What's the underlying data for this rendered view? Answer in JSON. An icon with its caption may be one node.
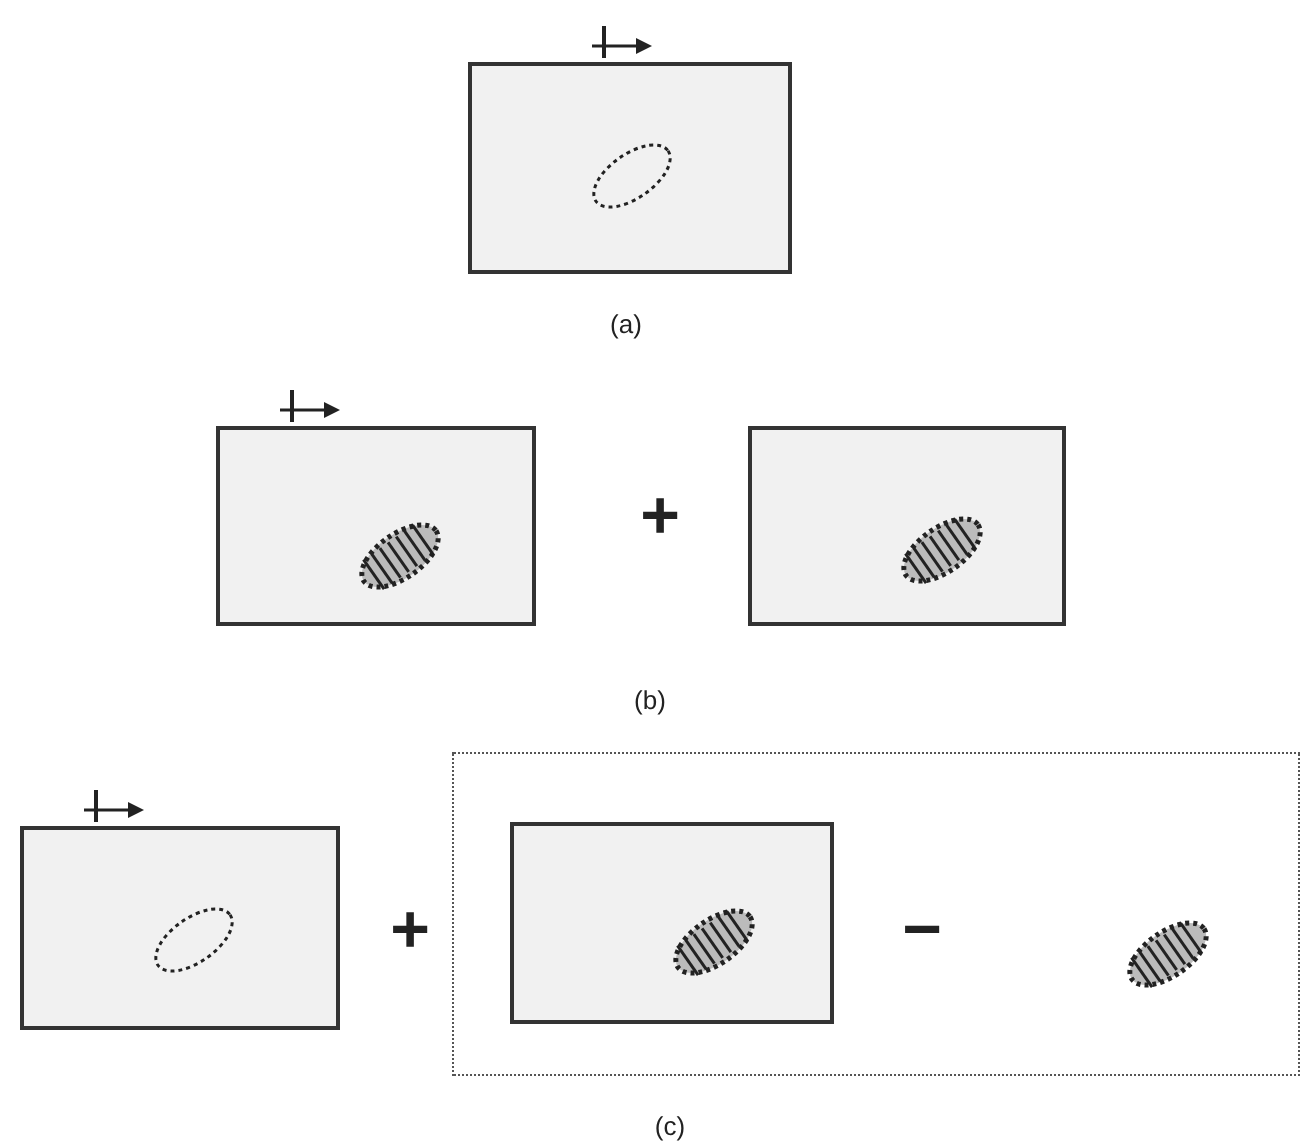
{
  "diagram": {
    "nodes": [
      {
        "text": [],
        "shape": "box"
      },
      {
        "text": [],
        "shape": "box"
      },
      {
        "text": [],
        "shape": "box"
      },
      {
        "text": [],
        "shape": "box"
      },
      {
        "text": [],
        "shape": "box"
      },
      {
        "text": [],
        "shape": "box",
        "in": 4
      },
      {
        "text": [],
        "shape": "ellipse",
        "in": 4
      }
    ],
    "labels": [
      "(a)",
      "+",
      "(b)",
      "+",
      "−",
      "(c)"
    ]
  }
}
